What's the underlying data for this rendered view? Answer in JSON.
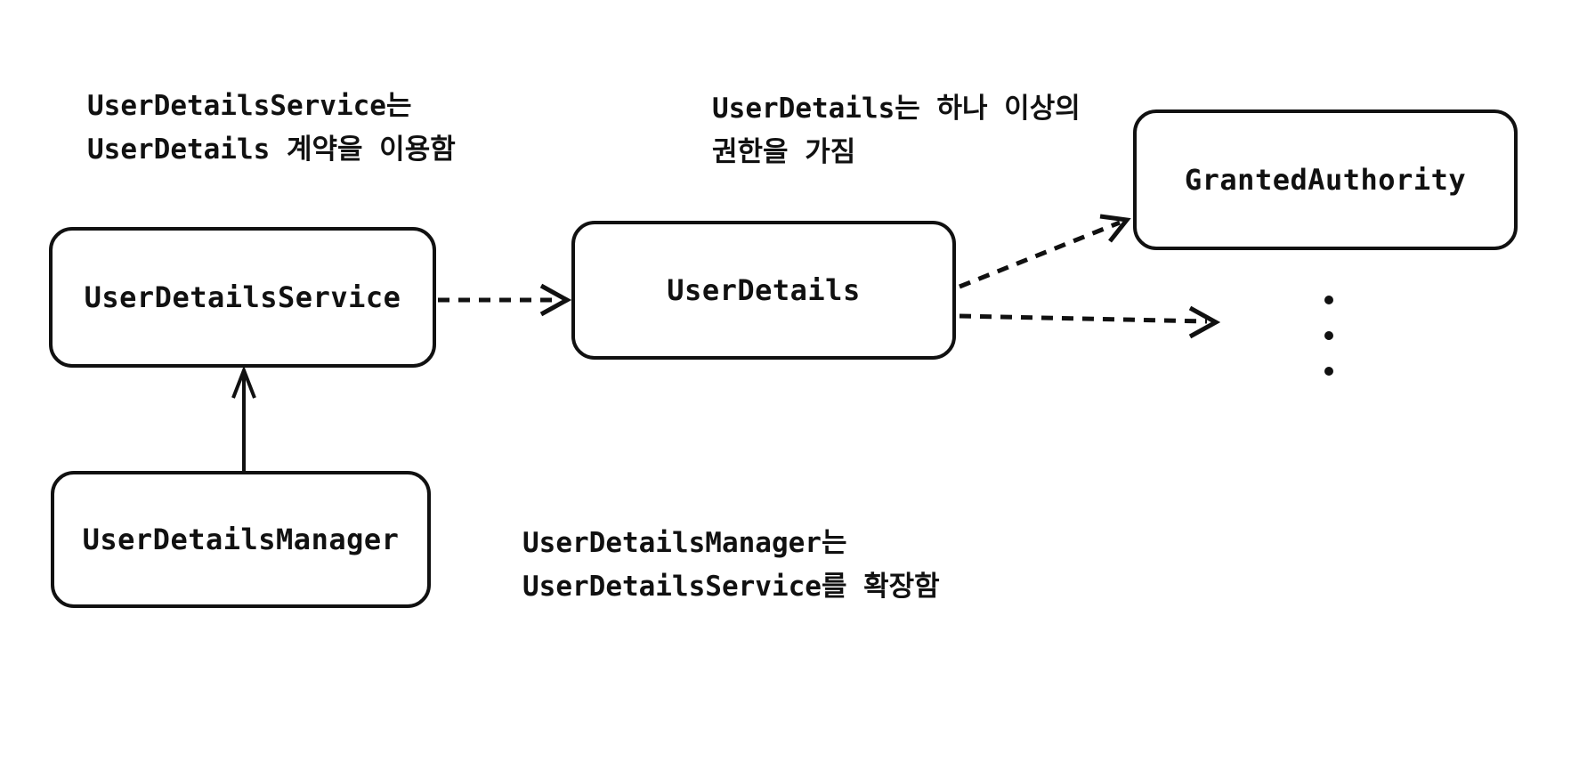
{
  "diagram": {
    "type": "class-relationship-diagram",
    "colors": {
      "background": "#ffffff",
      "stroke": "#111111",
      "text": "#111111"
    },
    "nodes": [
      {
        "id": "user-details-service",
        "label": "UserDetailsService"
      },
      {
        "id": "user-details",
        "label": "UserDetails"
      },
      {
        "id": "granted-authority",
        "label": "GrantedAuthority"
      },
      {
        "id": "user-details-manager",
        "label": "UserDetailsManager"
      }
    ],
    "edges": [
      {
        "from": "UserDetailsService",
        "to": "UserDetails",
        "line": "dashed",
        "arrowhead": "open"
      },
      {
        "from": "UserDetails",
        "to": "GrantedAuthority",
        "line": "dashed",
        "arrowhead": "open"
      },
      {
        "from": "UserDetails",
        "to": "ellipsis-dots",
        "line": "dashed",
        "arrowhead": "open"
      },
      {
        "from": "UserDetailsManager",
        "to": "UserDetailsService",
        "line": "solid",
        "arrowhead": "open"
      }
    ],
    "annotations": [
      {
        "lines": [
          "UserDetailsService는",
          "UserDetails 계약을 이용함"
        ]
      },
      {
        "lines": [
          "UserDetails는 하나 이상의",
          "권한을 가짐"
        ]
      },
      {
        "lines": [
          "UserDetailsManager는",
          "UserDetailsService를 확장함"
        ]
      }
    ],
    "ellipsis_dots": 3
  }
}
